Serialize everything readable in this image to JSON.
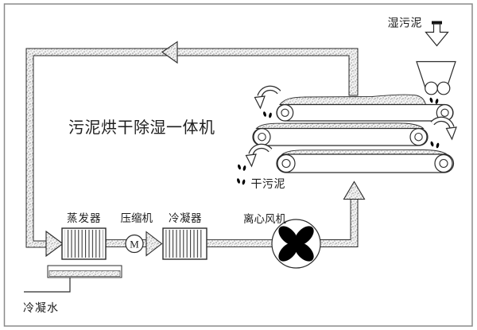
{
  "diagram": {
    "title": "污泥烘干除湿一体机",
    "labels": {
      "wet_sludge": "湿污泥",
      "dry_sludge": "干污泥",
      "evaporator": "蒸发器",
      "compressor": "压缩机",
      "motor": "M",
      "condenser": "冷凝器",
      "centrifugal_fan": "离心风机",
      "condensate_water": "冷凝水"
    },
    "colors": {
      "line": "#2b2b2b",
      "border": "#8a8a8a",
      "stipple_dot": "#9a9a9a",
      "fan_blade": "#000000",
      "background": "#ffffff"
    }
  }
}
